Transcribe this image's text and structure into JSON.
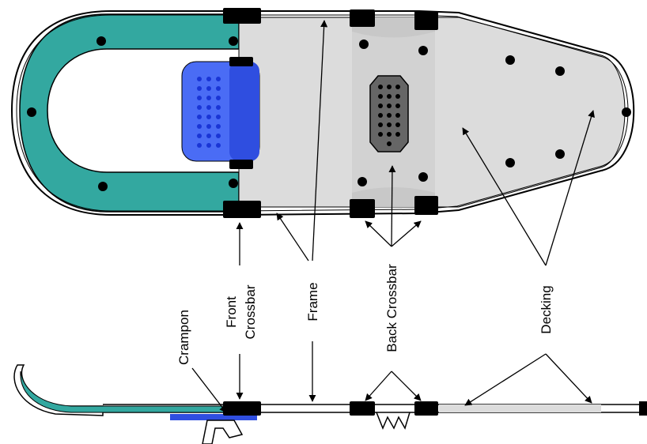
{
  "labels": {
    "crampon": "Crampon",
    "front_crossbar_line1": "Front",
    "front_crossbar_line2": "Crossbar",
    "frame": "Frame",
    "back_crossbar": "Back Crossbar",
    "decking": "Decking"
  },
  "colors": {
    "teal": "#33a8a0",
    "deck": "#dcdcdc",
    "back_band": "#c8c8c8",
    "crampon": "#3d5cf2",
    "cleat": "#666666",
    "frame": "#000000"
  }
}
